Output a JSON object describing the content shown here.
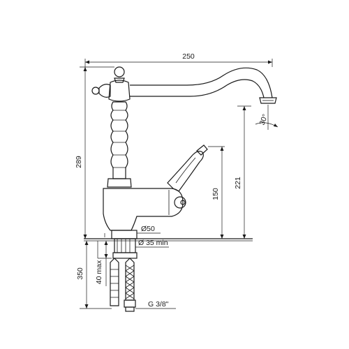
{
  "drawing": {
    "width_label": "250",
    "total_height_label": "289",
    "spout_height_label": "221",
    "lever_height_label": "150",
    "base_diameter_label": "Ø50",
    "hole_diameter_label": "Ø 35 min",
    "hose_length_label": "350",
    "deck_thickness_label": "40 max",
    "connection_thread_label": "G 3/8\"",
    "swivel_label": "30°"
  }
}
